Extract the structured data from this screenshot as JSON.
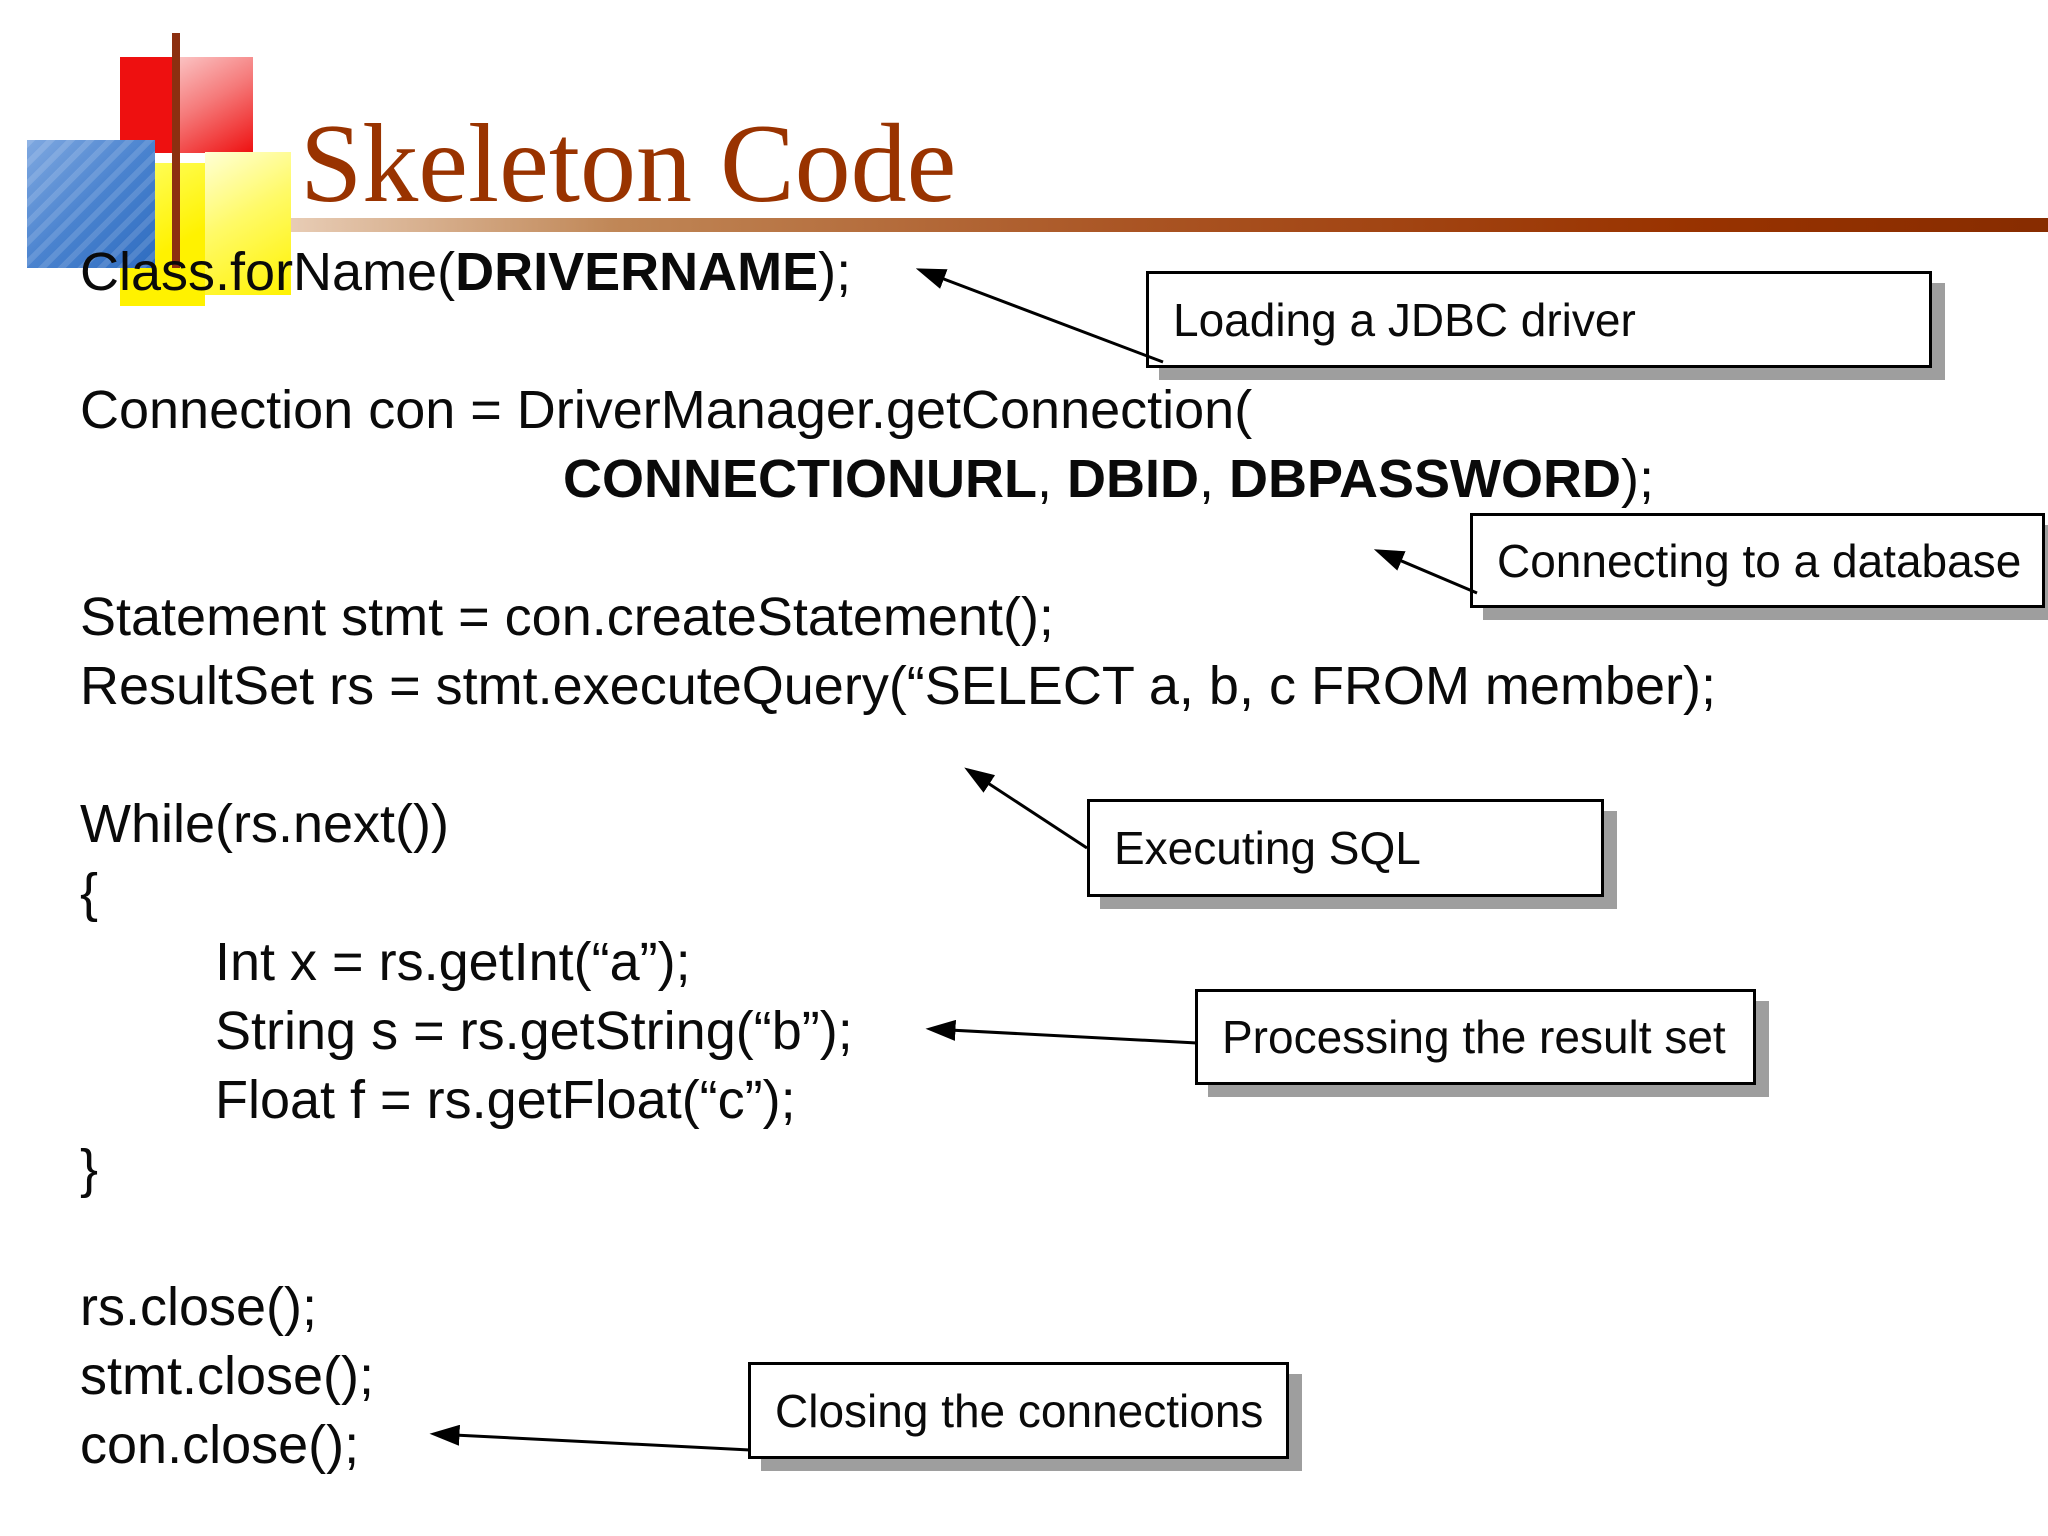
{
  "slide": {
    "title": "Skeleton Code",
    "colors": {
      "title_text": "#993300",
      "rule_brown": "#993300",
      "code_text": "#0a0a0a",
      "callout_border": "#000000",
      "callout_shadow": "#9e9e9e",
      "logo_red": "#ee1010",
      "logo_blue": "#2e6cc0",
      "logo_yellow": "#fff200",
      "logo_line_brown": "#8c2f10"
    }
  },
  "code": {
    "lines": [
      {
        "indent": 0,
        "segments": [
          {
            "text": "Class.forName(",
            "bold": false
          },
          {
            "text": "DRIVERNAME",
            "bold": true
          },
          {
            "text": ");",
            "bold": false
          }
        ]
      },
      {
        "blank": true
      },
      {
        "indent": 0,
        "segments": [
          {
            "text": "Connection con = DriverManager.getConnection(",
            "bold": false
          }
        ]
      },
      {
        "indent": 483,
        "segments": [
          {
            "text": "CONNECTIONURL",
            "bold": true
          },
          {
            "text": ", ",
            "bold": false
          },
          {
            "text": "DBID",
            "bold": true
          },
          {
            "text": ", ",
            "bold": false
          },
          {
            "text": "DBPASSWORD",
            "bold": true
          },
          {
            "text": ");",
            "bold": false
          }
        ]
      },
      {
        "blank": true
      },
      {
        "indent": 0,
        "segments": [
          {
            "text": "Statement stmt = con.createStatement();",
            "bold": false
          }
        ]
      },
      {
        "indent": 0,
        "segments": [
          {
            "text": "ResultSet rs = stmt.executeQuery(“SELECT a, b, c FROM member);",
            "bold": false
          }
        ]
      },
      {
        "blank": true
      },
      {
        "indent": 0,
        "segments": [
          {
            "text": "While(rs.next())",
            "bold": false
          }
        ]
      },
      {
        "indent": 0,
        "segments": [
          {
            "text": "{",
            "bold": false
          }
        ]
      },
      {
        "indent": 135,
        "segments": [
          {
            "text": "Int x = rs.getInt(“a”);",
            "bold": false
          }
        ]
      },
      {
        "indent": 135,
        "segments": [
          {
            "text": "String s = rs.getString(“b”);",
            "bold": false
          }
        ]
      },
      {
        "indent": 135,
        "segments": [
          {
            "text": "Float f = rs.getFloat(“c”);",
            "bold": false
          }
        ]
      },
      {
        "indent": 0,
        "segments": [
          {
            "text": "}",
            "bold": false
          }
        ]
      },
      {
        "blank": true
      },
      {
        "indent": 0,
        "segments": [
          {
            "text": "rs.close();",
            "bold": false
          }
        ]
      },
      {
        "indent": 0,
        "segments": [
          {
            "text": "stmt.close();",
            "bold": false
          }
        ]
      },
      {
        "indent": 0,
        "segments": [
          {
            "text": "con.close();",
            "bold": false
          }
        ]
      }
    ]
  },
  "callouts": [
    {
      "label": "Loading a JDBC driver"
    },
    {
      "label": "Connecting to a database"
    },
    {
      "label": "Executing SQL"
    },
    {
      "label": "Processing the result set"
    },
    {
      "label": "Closing the connections"
    }
  ]
}
